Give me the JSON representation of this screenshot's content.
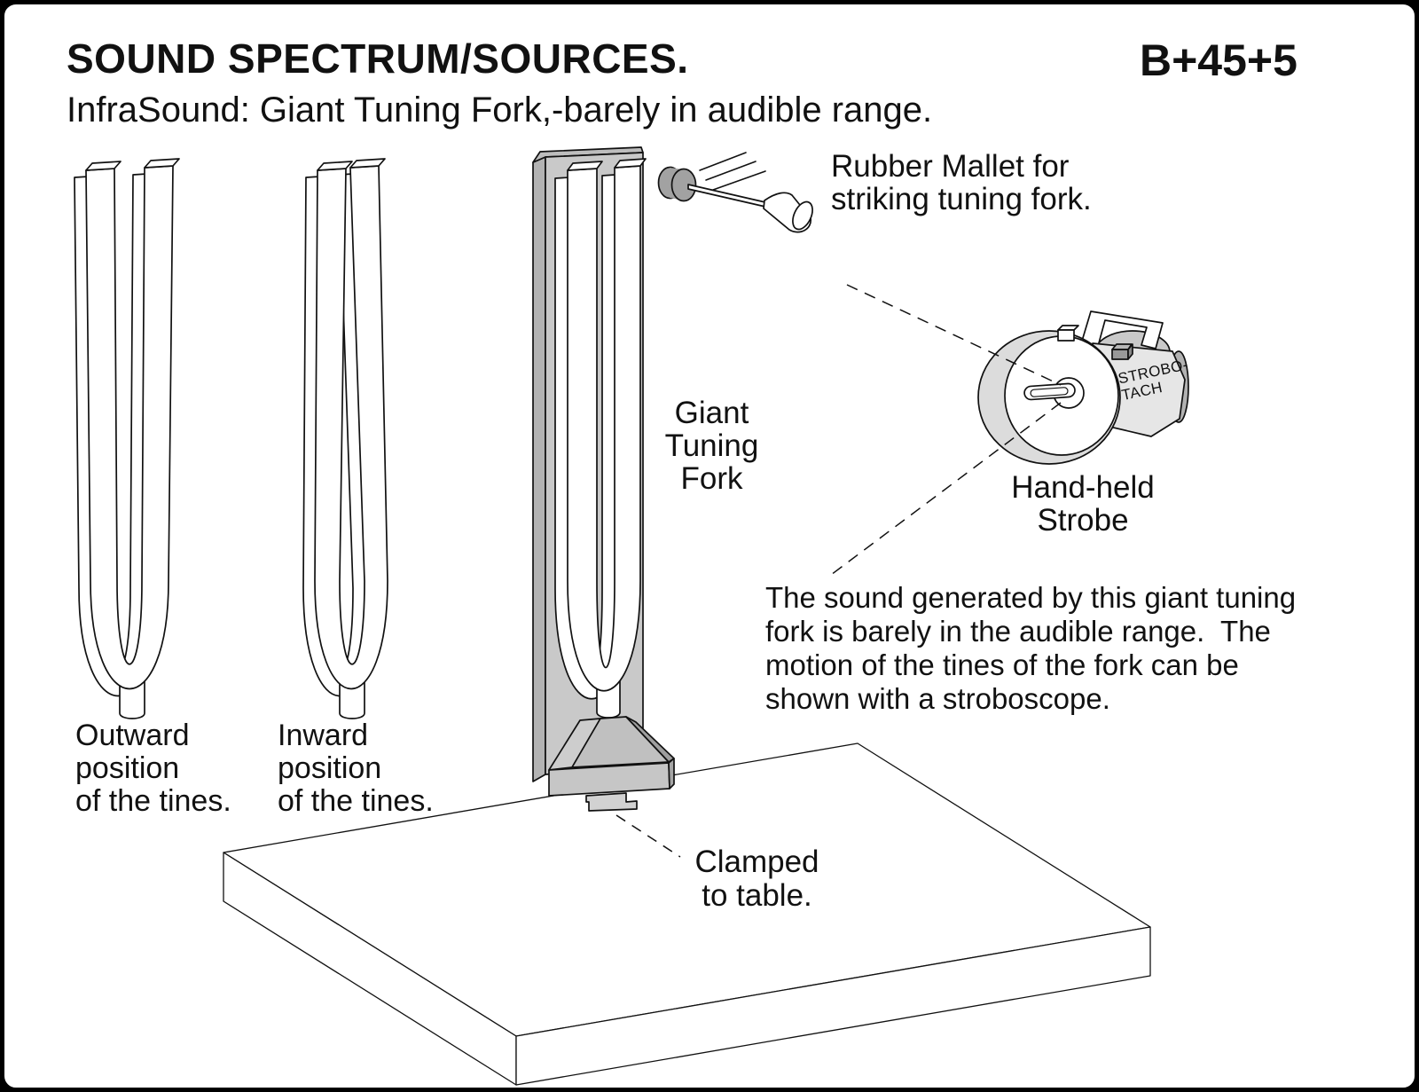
{
  "header": {
    "title": "SOUND SPECTRUM/SOURCES.",
    "code": "B+45+5",
    "subtitle": "InfraSound: Giant Tuning Fork,-barely in audible range."
  },
  "labels": {
    "outward_fork": "Outward\nposition\nof the tines.",
    "inward_fork": "Inward\nposition\nof the tines.",
    "giant_fork": "Giant\nTuning\nFork",
    "mallet": "Rubber Mallet for\nstriking tuning fork.",
    "strobe": "Hand-held\nStrobe",
    "strobe_device": "STROBO-\nTACH",
    "clamp": "Clamped\nto table.",
    "description": "The sound generated by this giant tuning\nfork is barely in the audible range.  The\nmotion of the tines of the fork can be\nshown with a stroboscope."
  },
  "colors": {
    "ink": "#111111",
    "panel_gray": "#c9c9c9",
    "clamp_gray": "#c0c0c0",
    "mallet_gray": "#a2a2a2",
    "strobe_ring_gray": "#dcdcdc",
    "strobe_body_gray": "#e6e6e6"
  }
}
